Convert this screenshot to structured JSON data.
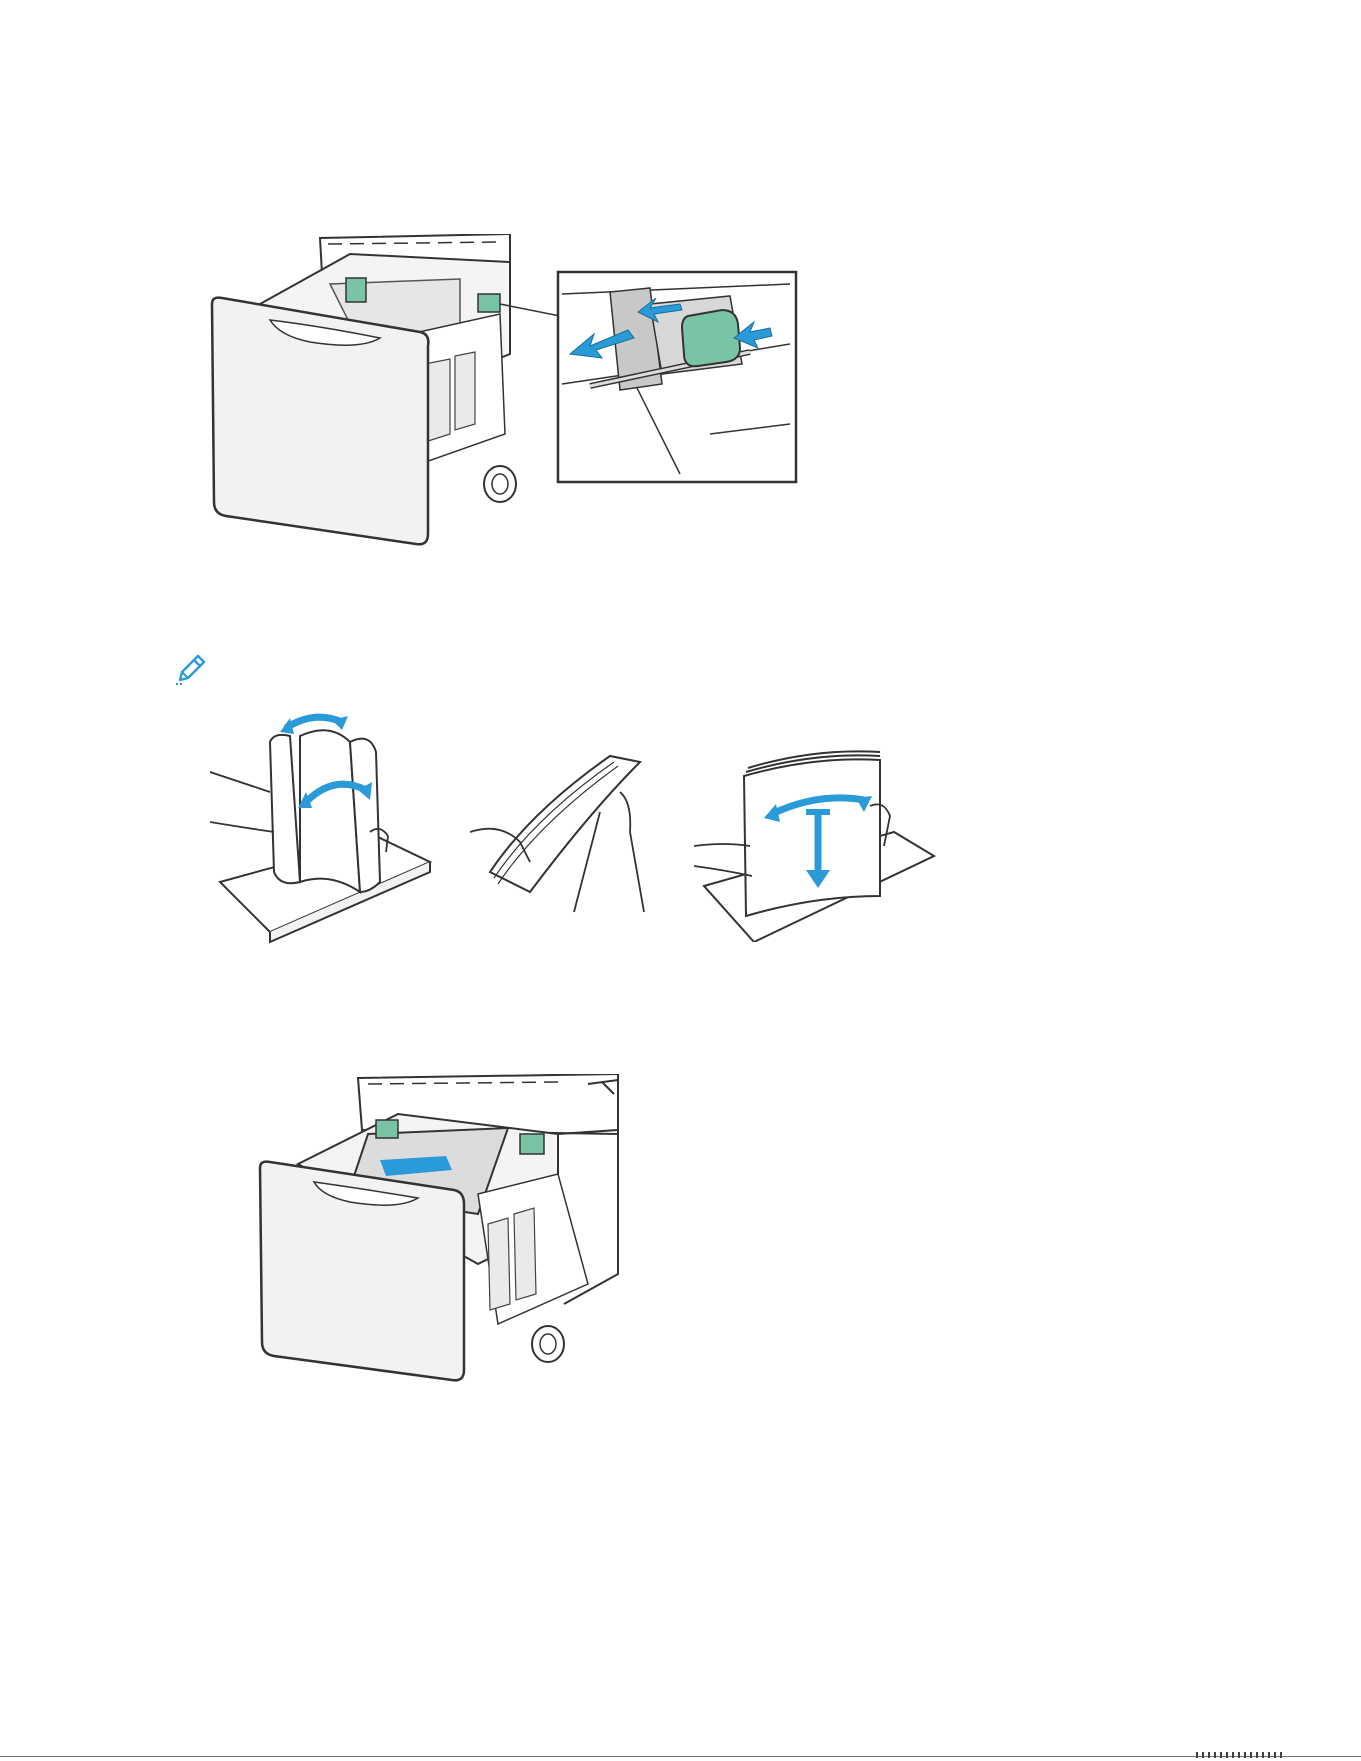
{
  "page": {
    "background": "#ffffff"
  },
  "figures": [
    {
      "id": "adjust-guides",
      "icon": "paper-tray-guides-illustration"
    },
    {
      "id": "fan-paper",
      "icon": "paper-fanning-illustration"
    },
    {
      "id": "load-paper",
      "icon": "paper-tray-loaded-illustration"
    }
  ],
  "note": {
    "icon": "pencil-icon"
  },
  "colors": {
    "accent_blue": "#2a9bd8",
    "guide_green": "#7ac4a6",
    "line": "#333333",
    "tray_fill": "#f2f2f2"
  }
}
